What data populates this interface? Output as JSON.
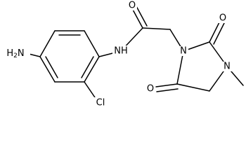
{
  "diagram": {
    "type": "chemical-structure",
    "colors": {
      "bond": "#000000",
      "text": "#000000",
      "background": "#ffffff"
    },
    "atom_labels": {
      "amino": "H2N",
      "amide_nitrogen": "NH",
      "chloro": "Cl",
      "amide_oxygen": "O",
      "ring_nitrogen_1": "N",
      "ring_nitrogen_3": "N",
      "ring_carbonyl_oxygen_2": "O",
      "ring_carbonyl_oxygen_4": "O"
    }
  }
}
